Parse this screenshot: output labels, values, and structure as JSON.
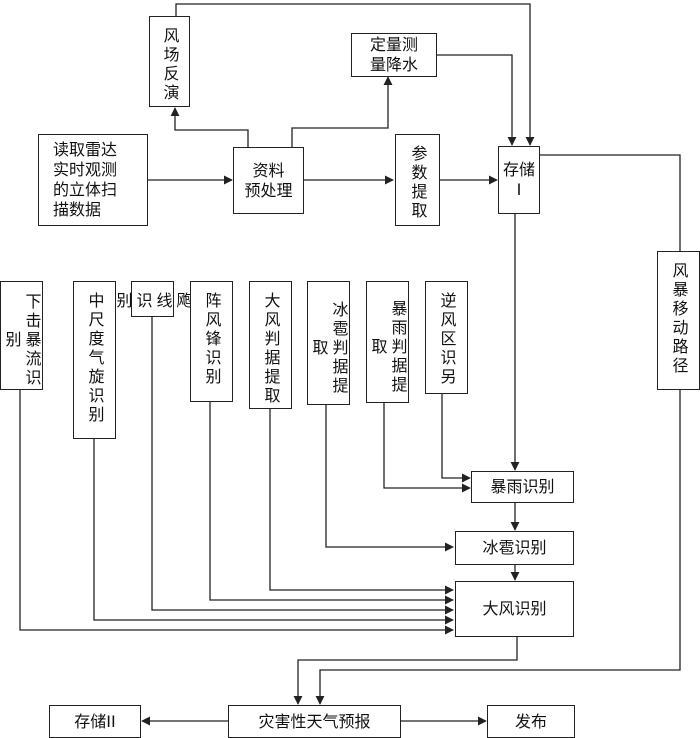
{
  "diagram": {
    "nodes": {
      "read_radar": "读取雷达\n实时观测\n的立体扫\n描数据",
      "wind_inversion": "风场反演",
      "precip_measure": "定量测\n量降水",
      "preprocess": "资料\n预处理",
      "param_extract": "参数提取",
      "storage1": "存储\nI",
      "storm_path": "风暴移动路径",
      "downburst": "下击暴流识别",
      "mesocyclone": "中尺度气旋识别",
      "squall_line": "飑线识别",
      "gust_front": "阵风锋识别",
      "gale_extract": "大风判据提取",
      "hail_extract": "冰雹判据提取",
      "rainstorm_extract": "暴雨判据提取",
      "reverse_wind": "逆风区识另",
      "rainstorm_id": "暴雨识别",
      "hail_id": "冰雹识别",
      "gale_id": "大风识别",
      "disaster_forecast": "灾害性天气预报",
      "storage2": "存储II",
      "publish": "发布"
    }
  }
}
